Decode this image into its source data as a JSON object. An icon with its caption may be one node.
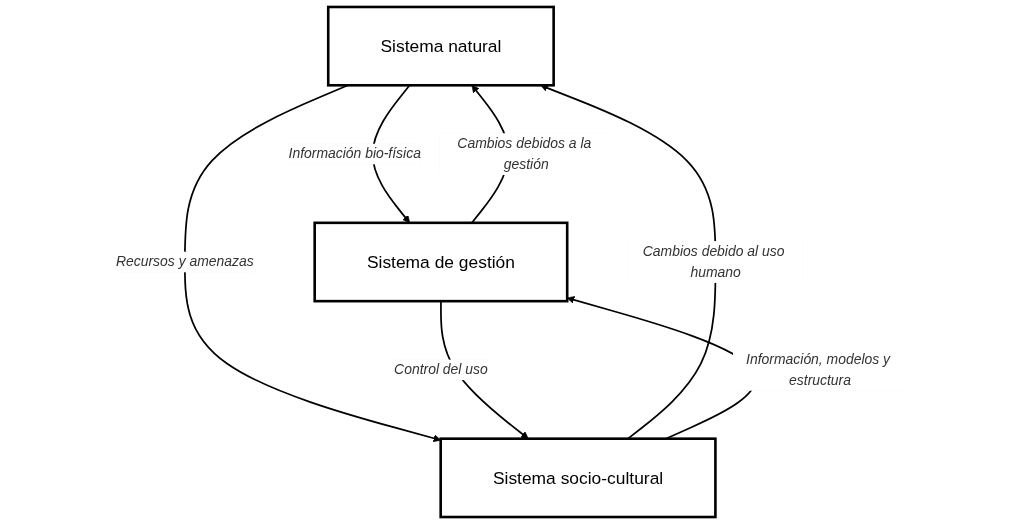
{
  "diagram": {
    "nodes": [
      {
        "text": [
          "Sistema natural"
        ]
      },
      {
        "text": [
          "Sistema de gestión"
        ]
      },
      {
        "text": [
          "Sistema socio-cultural"
        ]
      }
    ],
    "edges": [
      {
        "from": 1,
        "to": 0,
        "arrow": "to",
        "label": "Cambios debidos a la gestión"
      },
      {
        "from": 0,
        "to": 1,
        "arrow": "to",
        "label": "Información bio-física"
      },
      {
        "from": 0,
        "to": 2,
        "arrow": "to",
        "label": "Recursos y amenazas"
      },
      {
        "from": 2,
        "to": 0,
        "arrow": "to",
        "label": "Cambios debido al uso humano"
      },
      {
        "from": 2,
        "to": 1,
        "arrow": "to",
        "label": "Información, modelos y estructura"
      },
      {
        "from": 1,
        "to": 2,
        "arrow": "to",
        "label": "Control del uso"
      }
    ]
  }
}
